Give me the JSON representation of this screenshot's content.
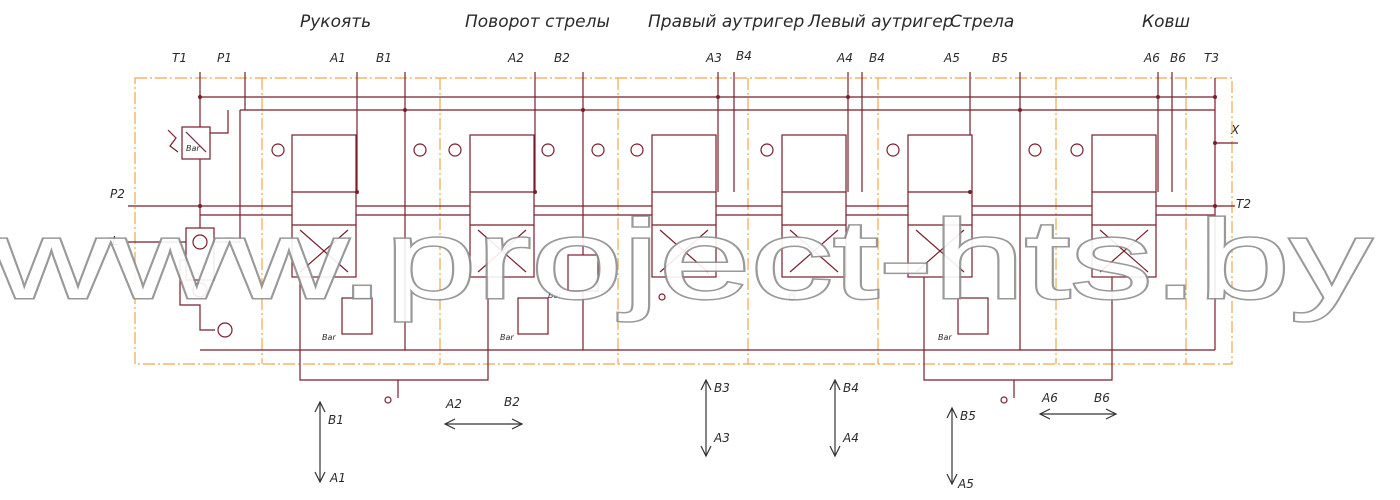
{
  "sections": [
    {
      "title": "Рукоять"
    },
    {
      "title": "Поворот стрелы"
    },
    {
      "title": "Правый аутригер"
    },
    {
      "title": "Левый аутригер"
    },
    {
      "title": "Стрела"
    },
    {
      "title": "Ковш"
    }
  ],
  "ports": {
    "t1": "T1",
    "p1": "P1",
    "a1": "A1",
    "b1": "B1",
    "a2": "A2",
    "b2": "B2",
    "a3": "A3",
    "b4a": "B4",
    "a4": "A4",
    "b4b": "B4",
    "a5": "A5",
    "b5": "B5",
    "a6": "A6",
    "b6": "B6",
    "t3": "T3",
    "p2": "P2",
    "l": "L",
    "t2": "T2",
    "x": "X"
  },
  "relief_labels": {
    "inlet": "Bar",
    "sec1": "Bar",
    "sec2a": "Bar",
    "sec2b": "Bar",
    "sec5": "Bar"
  },
  "motions": [
    {
      "up": "B1",
      "down": "A1"
    },
    {
      "left": "A2",
      "right": "B2"
    },
    {
      "up": "B3",
      "down": "A3"
    },
    {
      "up": "B4",
      "down": "A4"
    },
    {
      "up": "B5",
      "down": "A5"
    },
    {
      "left": "A6",
      "right": "B6"
    }
  ],
  "watermark": "www.project-hts.by",
  "colors": {
    "line": "#7a1f2b",
    "frame": "#f0a64a",
    "text": "#2a2a2a"
  }
}
